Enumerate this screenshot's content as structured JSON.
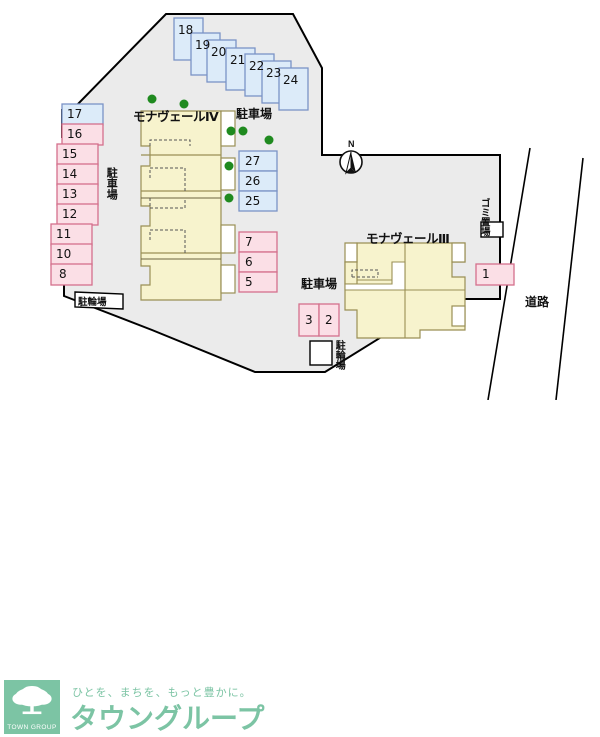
{
  "map": {
    "title": "site-plan",
    "colors": {
      "site_fill": "#ebebeb",
      "site_stroke": "#000000",
      "building_fill": "#f7f3cd",
      "building_stroke": "#9a8f55",
      "stall_pink_fill": "#fbdfe6",
      "stall_pink_stroke": "#d4708c",
      "stall_blue_fill": "#dcebf9",
      "stall_blue_stroke": "#7b93c6",
      "tree_green": "#1f8a1f",
      "brand_green": "#7cc4a4",
      "white": "#ffffff"
    },
    "buildings": [
      {
        "name": "モナヴェールⅣ",
        "id": "building-mona-vert-4"
      },
      {
        "name": "モナヴェールⅢ",
        "id": "building-mona-vert-3"
      }
    ],
    "area_labels": [
      {
        "id": "parking-label-top",
        "text": "駐車場",
        "orientation": "horizontal"
      },
      {
        "id": "parking-label-left",
        "text": "駐車場",
        "orientation": "vertical"
      },
      {
        "id": "parking-label-bottom",
        "text": "駐車場",
        "orientation": "horizontal"
      },
      {
        "id": "bicycle-label-left",
        "text": "駐輪場",
        "orientation": "horizontal"
      },
      {
        "id": "bicycle-label-bottom",
        "text": "駐輪場",
        "orientation": "vertical"
      },
      {
        "id": "garbage-label",
        "text": "ゴミ置場",
        "orientation": "vertical"
      },
      {
        "id": "road-label",
        "text": "道路",
        "orientation": "horizontal"
      }
    ],
    "compass": {
      "label": "N",
      "name": "north-arrow"
    },
    "parking_stalls": {
      "top_row": [
        {
          "number": "18",
          "color": "blue"
        },
        {
          "number": "19",
          "color": "blue"
        },
        {
          "number": "20",
          "color": "blue"
        },
        {
          "number": "21",
          "color": "blue"
        },
        {
          "number": "22",
          "color": "blue"
        },
        {
          "number": "23",
          "color": "blue"
        },
        {
          "number": "24",
          "color": "blue"
        }
      ],
      "left_column": [
        {
          "number": "17",
          "color": "blue"
        },
        {
          "number": "16",
          "color": "pink"
        },
        {
          "number": "15",
          "color": "pink"
        },
        {
          "number": "14",
          "color": "pink"
        },
        {
          "number": "13",
          "color": "pink"
        },
        {
          "number": "12",
          "color": "pink"
        },
        {
          "number": "11",
          "color": "pink"
        },
        {
          "number": "10",
          "color": "pink"
        },
        {
          "number": "8",
          "color": "pink"
        }
      ],
      "center_column": [
        {
          "number": "27",
          "color": "blue"
        },
        {
          "number": "26",
          "color": "blue"
        },
        {
          "number": "25",
          "color": "blue"
        }
      ],
      "mid_column": [
        {
          "number": "7",
          "color": "pink"
        },
        {
          "number": "6",
          "color": "pink"
        },
        {
          "number": "5",
          "color": "pink"
        }
      ],
      "bottom_pair": [
        {
          "number": "3",
          "color": "pink"
        },
        {
          "number": "2",
          "color": "pink"
        }
      ],
      "right_single": [
        {
          "number": "1",
          "color": "pink"
        }
      ]
    }
  },
  "footer": {
    "logo_mark_text": "TOWN GROUP",
    "tagline": "ひとを、まちを、もっと豊かに。",
    "brand": "タウングループ"
  }
}
